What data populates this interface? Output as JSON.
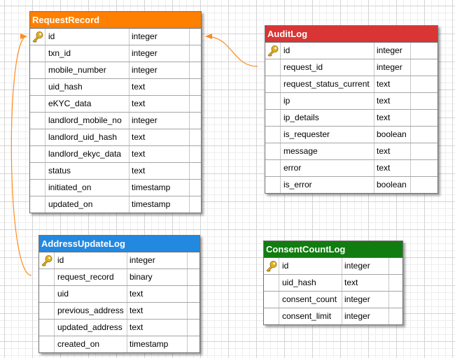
{
  "colors": {
    "RequestRecord": "#ff8000",
    "AuditLog": "#d93535",
    "AddressUpdateLog": "#2388e0",
    "ConsentCountLog": "#117d11",
    "connector": "#ff8c1a",
    "key": "#e2b021"
  },
  "icons": {
    "primary_key": "key-icon"
  },
  "tables": [
    {
      "name": "RequestRecord",
      "rows": [
        {
          "field": "id",
          "type": "integer",
          "key": true
        },
        {
          "field": "txn_id",
          "type": "integer"
        },
        {
          "field": "mobile_number",
          "type": "integer"
        },
        {
          "field": "uid_hash",
          "type": "text"
        },
        {
          "field": "eKYC_data",
          "type": "text"
        },
        {
          "field": "landlord_mobile_no",
          "type": "integer"
        },
        {
          "field": "landlord_uid_hash",
          "type": "text"
        },
        {
          "field": "landlord_ekyc_data",
          "type": "text"
        },
        {
          "field": "status",
          "type": "text"
        },
        {
          "field": "initiated_on",
          "type": "timestamp"
        },
        {
          "field": "updated_on",
          "type": "timestamp"
        }
      ]
    },
    {
      "name": "AuditLog",
      "rows": [
        {
          "field": "id",
          "type": "integer",
          "key": true
        },
        {
          "field": "request_id",
          "type": "integer"
        },
        {
          "field": "request_status_current",
          "type": "text"
        },
        {
          "field": "ip",
          "type": "text"
        },
        {
          "field": "ip_details",
          "type": "text"
        },
        {
          "field": "is_requester",
          "type": "boolean"
        },
        {
          "field": "message",
          "type": "text"
        },
        {
          "field": "error",
          "type": "text"
        },
        {
          "field": "is_error",
          "type": "boolean"
        }
      ]
    },
    {
      "name": "AddressUpdateLog",
      "rows": [
        {
          "field": "id",
          "type": "integer",
          "key": true
        },
        {
          "field": "request_record",
          "type": "binary"
        },
        {
          "field": "uid",
          "type": "text"
        },
        {
          "field": "previous_address",
          "type": "text"
        },
        {
          "field": "updated_address",
          "type": "text"
        },
        {
          "field": "created_on",
          "type": "timestamp"
        }
      ]
    },
    {
      "name": "ConsentCountLog",
      "rows": [
        {
          "field": "id",
          "type": "integer",
          "key": true
        },
        {
          "field": "uid_hash",
          "type": "text"
        },
        {
          "field": "consent_count",
          "type": "integer"
        },
        {
          "field": "consent_limit",
          "type": "integer"
        }
      ]
    }
  ],
  "relations": [
    {
      "from": "AuditLog.request_id",
      "to": "RequestRecord.id"
    },
    {
      "from": "AddressUpdateLog.request_record",
      "to": "RequestRecord.id"
    }
  ]
}
